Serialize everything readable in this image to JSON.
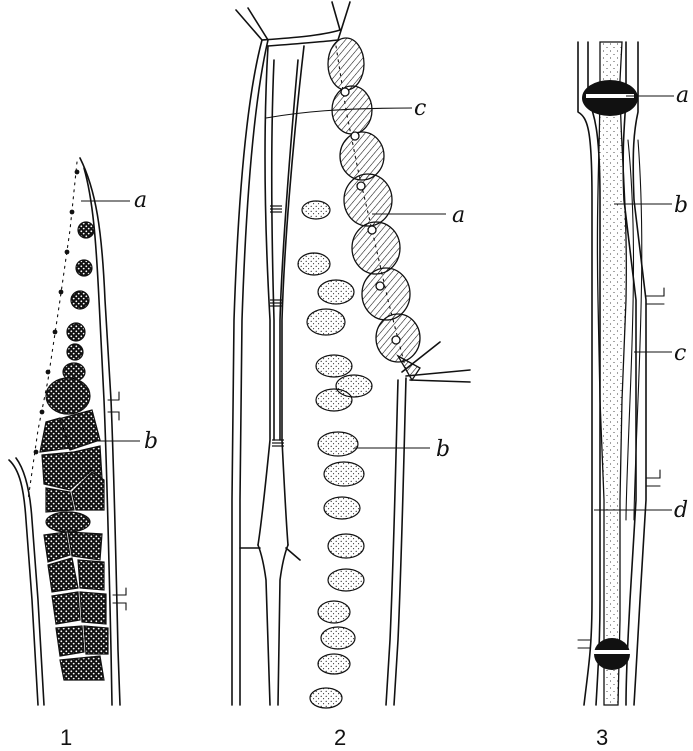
{
  "figures": [
    {
      "number": "1",
      "labels": [
        "a",
        "b"
      ]
    },
    {
      "number": "2",
      "labels": [
        "c",
        "a",
        "b"
      ]
    },
    {
      "number": "3",
      "labels": [
        "a",
        "b",
        "c",
        "d"
      ]
    }
  ],
  "colors": {
    "ink": "#111111",
    "background": "#ffffff"
  }
}
